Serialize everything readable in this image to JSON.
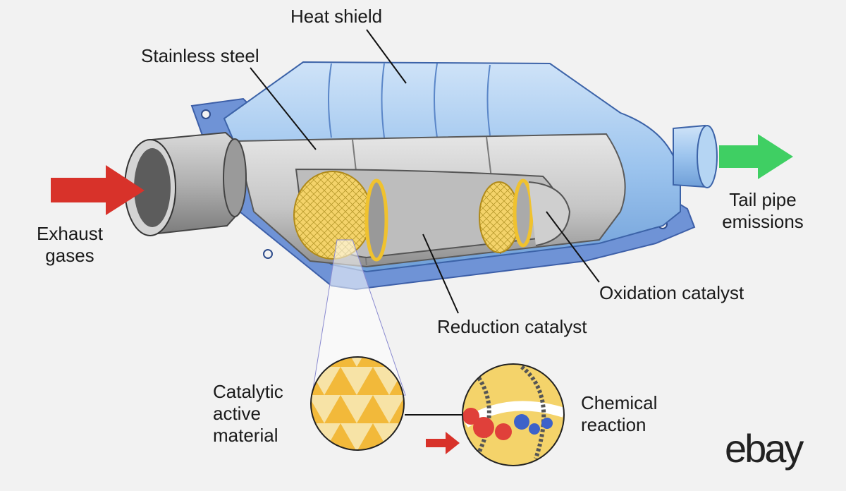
{
  "labels": {
    "heat_shield": "Heat shield",
    "stainless_steel": "Stainless steel",
    "exhaust_gases": "Exhaust gases",
    "tail_pipe_emissions": "Tail pipe emissions",
    "oxidation_catalyst": "Oxidation catalyst",
    "reduction_catalyst": "Reduction catalyst",
    "catalytic_active_material": "Catalytic active material",
    "chemical_reaction": "Chemical reaction"
  },
  "logo": {
    "text": "ebay"
  },
  "colors": {
    "background": "#f2f2f2",
    "shield_blue": "#9cc4ee",
    "steel_gray": "#c8c8c8",
    "catalyst_yellow": "#f3c84a",
    "inlet_arrow": "#d8322a",
    "outlet_arrow": "#3fcf63"
  }
}
